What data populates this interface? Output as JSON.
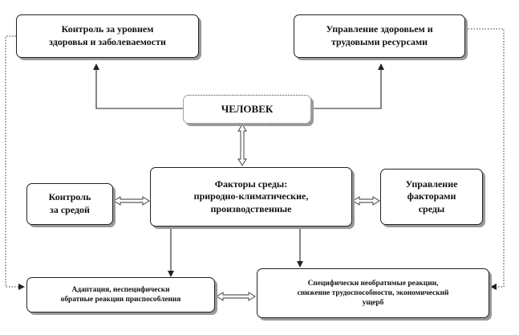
{
  "diagram": {
    "nodes": {
      "health_control": {
        "lines": [
          "Контроль за уровнем",
          "здоровья и заболеваемости"
        ]
      },
      "health_management": {
        "lines": [
          "Управление здоровьем и",
          "трудовыми ресурсами"
        ]
      },
      "human": {
        "lines": [
          "ЧЕЛОВЕК"
        ]
      },
      "environment_control": {
        "lines": [
          "Контроль",
          "за средой"
        ]
      },
      "environment_factors": {
        "lines": [
          "Факторы среды:",
          "природно-климатические,",
          "производственные"
        ]
      },
      "factors_management": {
        "lines": [
          "Управление",
          "факторами",
          "среды"
        ]
      },
      "adaptation": {
        "lines": [
          "Адаптация, неспецифически",
          "обратные реакции приспособления"
        ]
      },
      "specific_reactions": {
        "lines": [
          "Специфически необратимые реакции,",
          "снижение трудоспособности, экономический",
          "ущерб"
        ]
      }
    },
    "edges": [
      {
        "from": "human",
        "to": "health_control",
        "style": "solid-arrow"
      },
      {
        "from": "human",
        "to": "health_management",
        "style": "solid-arrow"
      },
      {
        "from": "human",
        "to": "environment_factors",
        "style": "double-hollow-arrow"
      },
      {
        "from": "environment_control",
        "to": "environment_factors",
        "style": "double-hollow-arrow"
      },
      {
        "from": "environment_factors",
        "to": "factors_management",
        "style": "double-hollow-arrow"
      },
      {
        "from": "environment_factors",
        "to": "adaptation",
        "style": "solid-arrow"
      },
      {
        "from": "environment_factors",
        "to": "specific_reactions",
        "style": "solid-arrow"
      },
      {
        "from": "adaptation",
        "to": "specific_reactions",
        "style": "double-hollow-arrow"
      },
      {
        "from": "health_control",
        "to": "adaptation",
        "style": "dotted-arrow"
      },
      {
        "from": "health_management",
        "to": "specific_reactions",
        "style": "dotted-arrow"
      }
    ]
  }
}
